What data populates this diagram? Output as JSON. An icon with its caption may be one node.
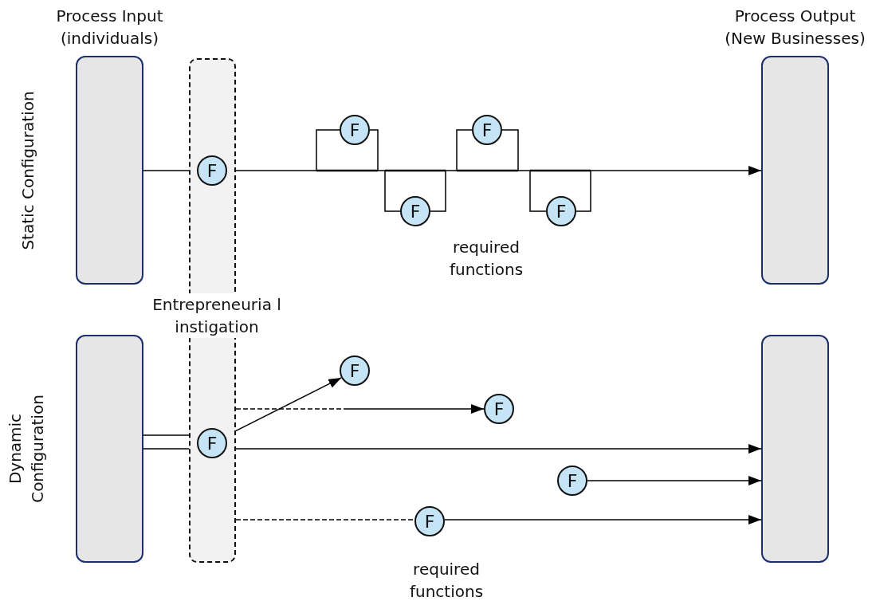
{
  "diagram": {
    "nodes": [
      {
        "text": [],
        "shape": "box",
        "beside": [
          "Process Input (individuals)"
        ]
      },
      {
        "text": [],
        "shape": "box",
        "beside": [
          "Process Output (New Businesses)"
        ]
      },
      {
        "text": [],
        "shape": "box"
      },
      {
        "text": [],
        "shape": "box"
      },
      {
        "text": [],
        "shape": "box"
      },
      {
        "text": [
          "F"
        ],
        "in": 4
      },
      {
        "text": [
          "F"
        ]
      },
      {
        "text": [
          "F"
        ]
      },
      {
        "text": [
          "F"
        ]
      },
      {
        "text": [
          "F"
        ]
      },
      {
        "text": [
          "F"
        ],
        "in": 4
      },
      {
        "text": [
          "F"
        ]
      },
      {
        "text": [
          "F"
        ]
      },
      {
        "text": [
          "F"
        ]
      },
      {
        "text": [
          "F"
        ]
      }
    ],
    "edges": [
      {
        "from": 0,
        "to": 5,
        "arrow": "none"
      },
      {
        "from": 5,
        "to": 6,
        "arrow": "none"
      },
      {
        "from": 6,
        "to": 7,
        "arrow": "none"
      },
      {
        "from": 7,
        "to": 8,
        "arrow": "none"
      },
      {
        "from": 8,
        "to": 9,
        "arrow": "none"
      },
      {
        "from": 9,
        "to": 1,
        "arrow": "to"
      },
      {
        "from": 2,
        "to": 10,
        "arrow": "none"
      },
      {
        "from": 2,
        "to": 10,
        "arrow": "none"
      },
      {
        "from": 10,
        "to": 3,
        "arrow": "to"
      },
      {
        "from": 10,
        "to": 11,
        "arrow": "to"
      },
      {
        "from": 4,
        "to": 12,
        "arrow": "to",
        "style": "dashed"
      },
      {
        "from": 13,
        "to": 3,
        "arrow": "to"
      },
      {
        "from": 4,
        "to": 14,
        "arrow": "none",
        "style": "dashed"
      },
      {
        "from": 14,
        "to": 3,
        "arrow": "to"
      }
    ],
    "labels": [
      "Static Configuration",
      "Entrepreneuria l instigation",
      "Dynamic Configuration",
      "required functions",
      "required functions"
    ]
  }
}
